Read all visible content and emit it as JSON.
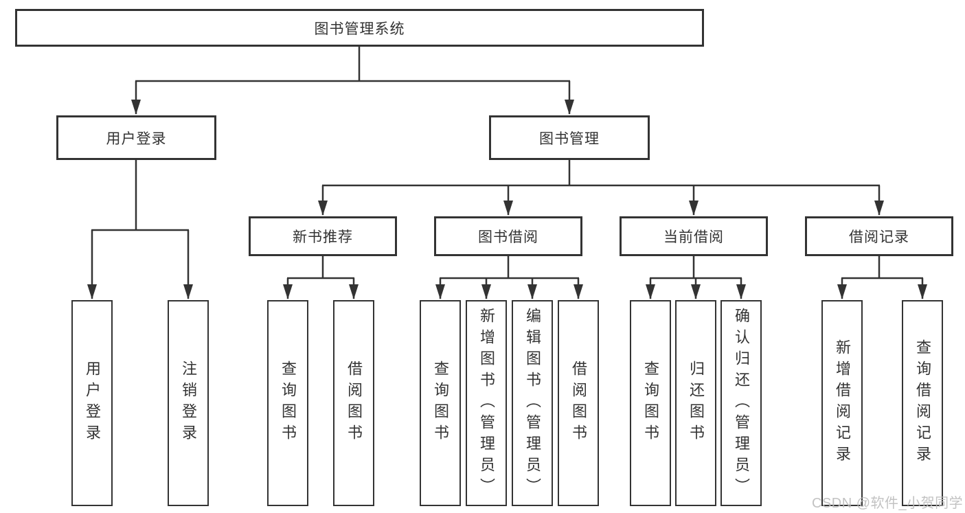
{
  "diagram": {
    "root": {
      "label": "图书管理系统"
    },
    "level2": [
      {
        "label": "用户登录",
        "parent": "图书管理系统"
      },
      {
        "label": "图书管理",
        "parent": "图书管理系统"
      }
    ],
    "level3": [
      {
        "label": "新书推荐",
        "parent": "图书管理"
      },
      {
        "label": "图书借阅",
        "parent": "图书管理"
      },
      {
        "label": "当前借阅",
        "parent": "图书管理"
      },
      {
        "label": "借阅记录",
        "parent": "图书管理"
      }
    ],
    "leaves": [
      {
        "label": "用户登录",
        "parent": "用户登录"
      },
      {
        "label": "注销登录",
        "parent": "用户登录"
      },
      {
        "label": "查询图书",
        "parent": "新书推荐"
      },
      {
        "label": "借阅图书",
        "parent": "新书推荐"
      },
      {
        "label": "查询图书",
        "parent": "图书借阅"
      },
      {
        "label": "新增图书（管理员）",
        "parent": "图书借阅"
      },
      {
        "label": "编辑图书（管理员）",
        "parent": "图书借阅"
      },
      {
        "label": "借阅图书",
        "parent": "图书借阅"
      },
      {
        "label": "查询图书",
        "parent": "当前借阅"
      },
      {
        "label": "归还图书",
        "parent": "当前借阅"
      },
      {
        "label": "确认归还（管理员）",
        "parent": "当前借阅"
      },
      {
        "label": "新增借阅记录",
        "parent": "借阅记录"
      },
      {
        "label": "查询借阅记录",
        "parent": "借阅记录"
      }
    ]
  },
  "watermark": {
    "text": "CSDN @软件_小贺同学"
  },
  "colors": {
    "line": "#333333",
    "box_border": "#333333",
    "box_fill": "#ffffff",
    "text": "#333333",
    "watermark": "#bcbcbc",
    "background": "#ffffff"
  }
}
